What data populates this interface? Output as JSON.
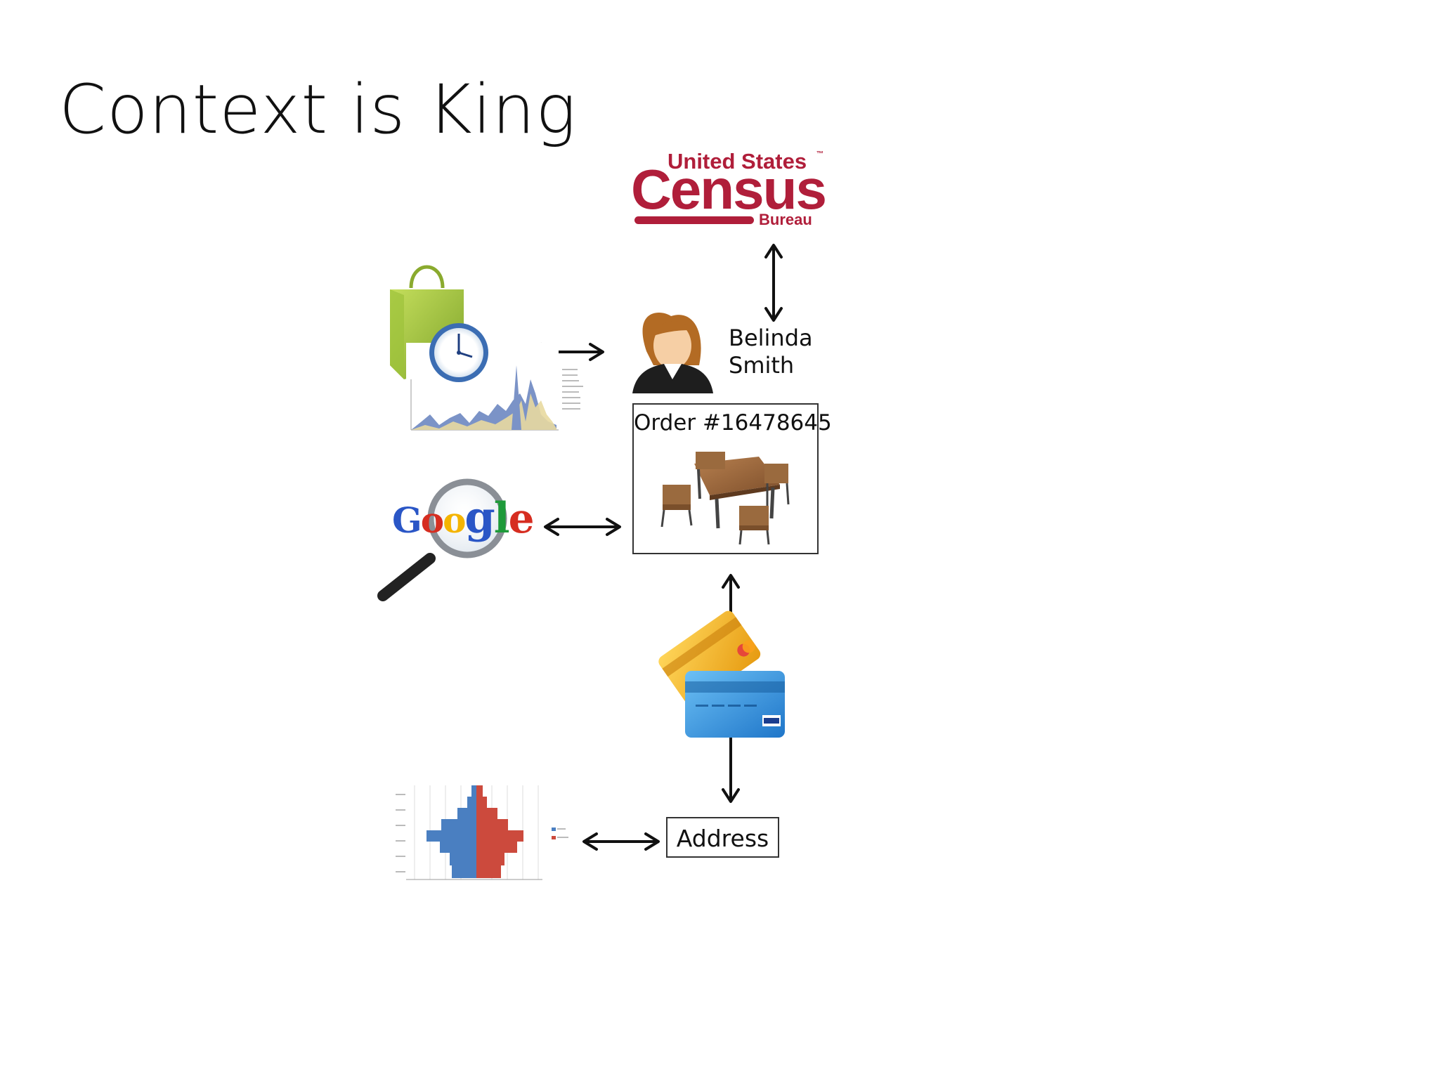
{
  "slide": {
    "title": "Context is King"
  },
  "census_logo": {
    "line1": "United States",
    "line2": "Census",
    "line3": "Bureau",
    "tm": "™",
    "brand_color": "#b01e3a"
  },
  "person": {
    "name_line1": "Belinda",
    "name_line2": "Smith",
    "icon": "businesswoman-icon"
  },
  "order": {
    "label": "Order #16478645",
    "icon": "patio-furniture-image"
  },
  "address": {
    "label": "Address"
  },
  "google": {
    "letters": [
      {
        "ch": "G",
        "color": "#2a56c6"
      },
      {
        "ch": "o",
        "color": "#d62d20"
      },
      {
        "ch": "o",
        "color": "#f4b400"
      },
      {
        "ch": "g",
        "color": "#2a56c6"
      },
      {
        "ch": "l",
        "color": "#1e9a3a"
      },
      {
        "ch": "e",
        "color": "#d62d20"
      }
    ],
    "icon": "magnifying-glass-icon"
  },
  "icons": {
    "shopping": "shopping-bag-icon",
    "clock": "clock-icon",
    "credit_cards": "credit-cards-icon",
    "area_chart": "area-chart-thumbnail",
    "population_pyramid": "population-pyramid-thumbnail"
  },
  "colors": {
    "pyramid_male": "#4a7fc1",
    "pyramid_female": "#cc4a3d",
    "area_blue": "#7b93c7",
    "area_tan": "#e8d9a0",
    "bag_green": "#a3c93a",
    "card_blue": "#3b9be0",
    "card_gold": "#f2b81f"
  }
}
